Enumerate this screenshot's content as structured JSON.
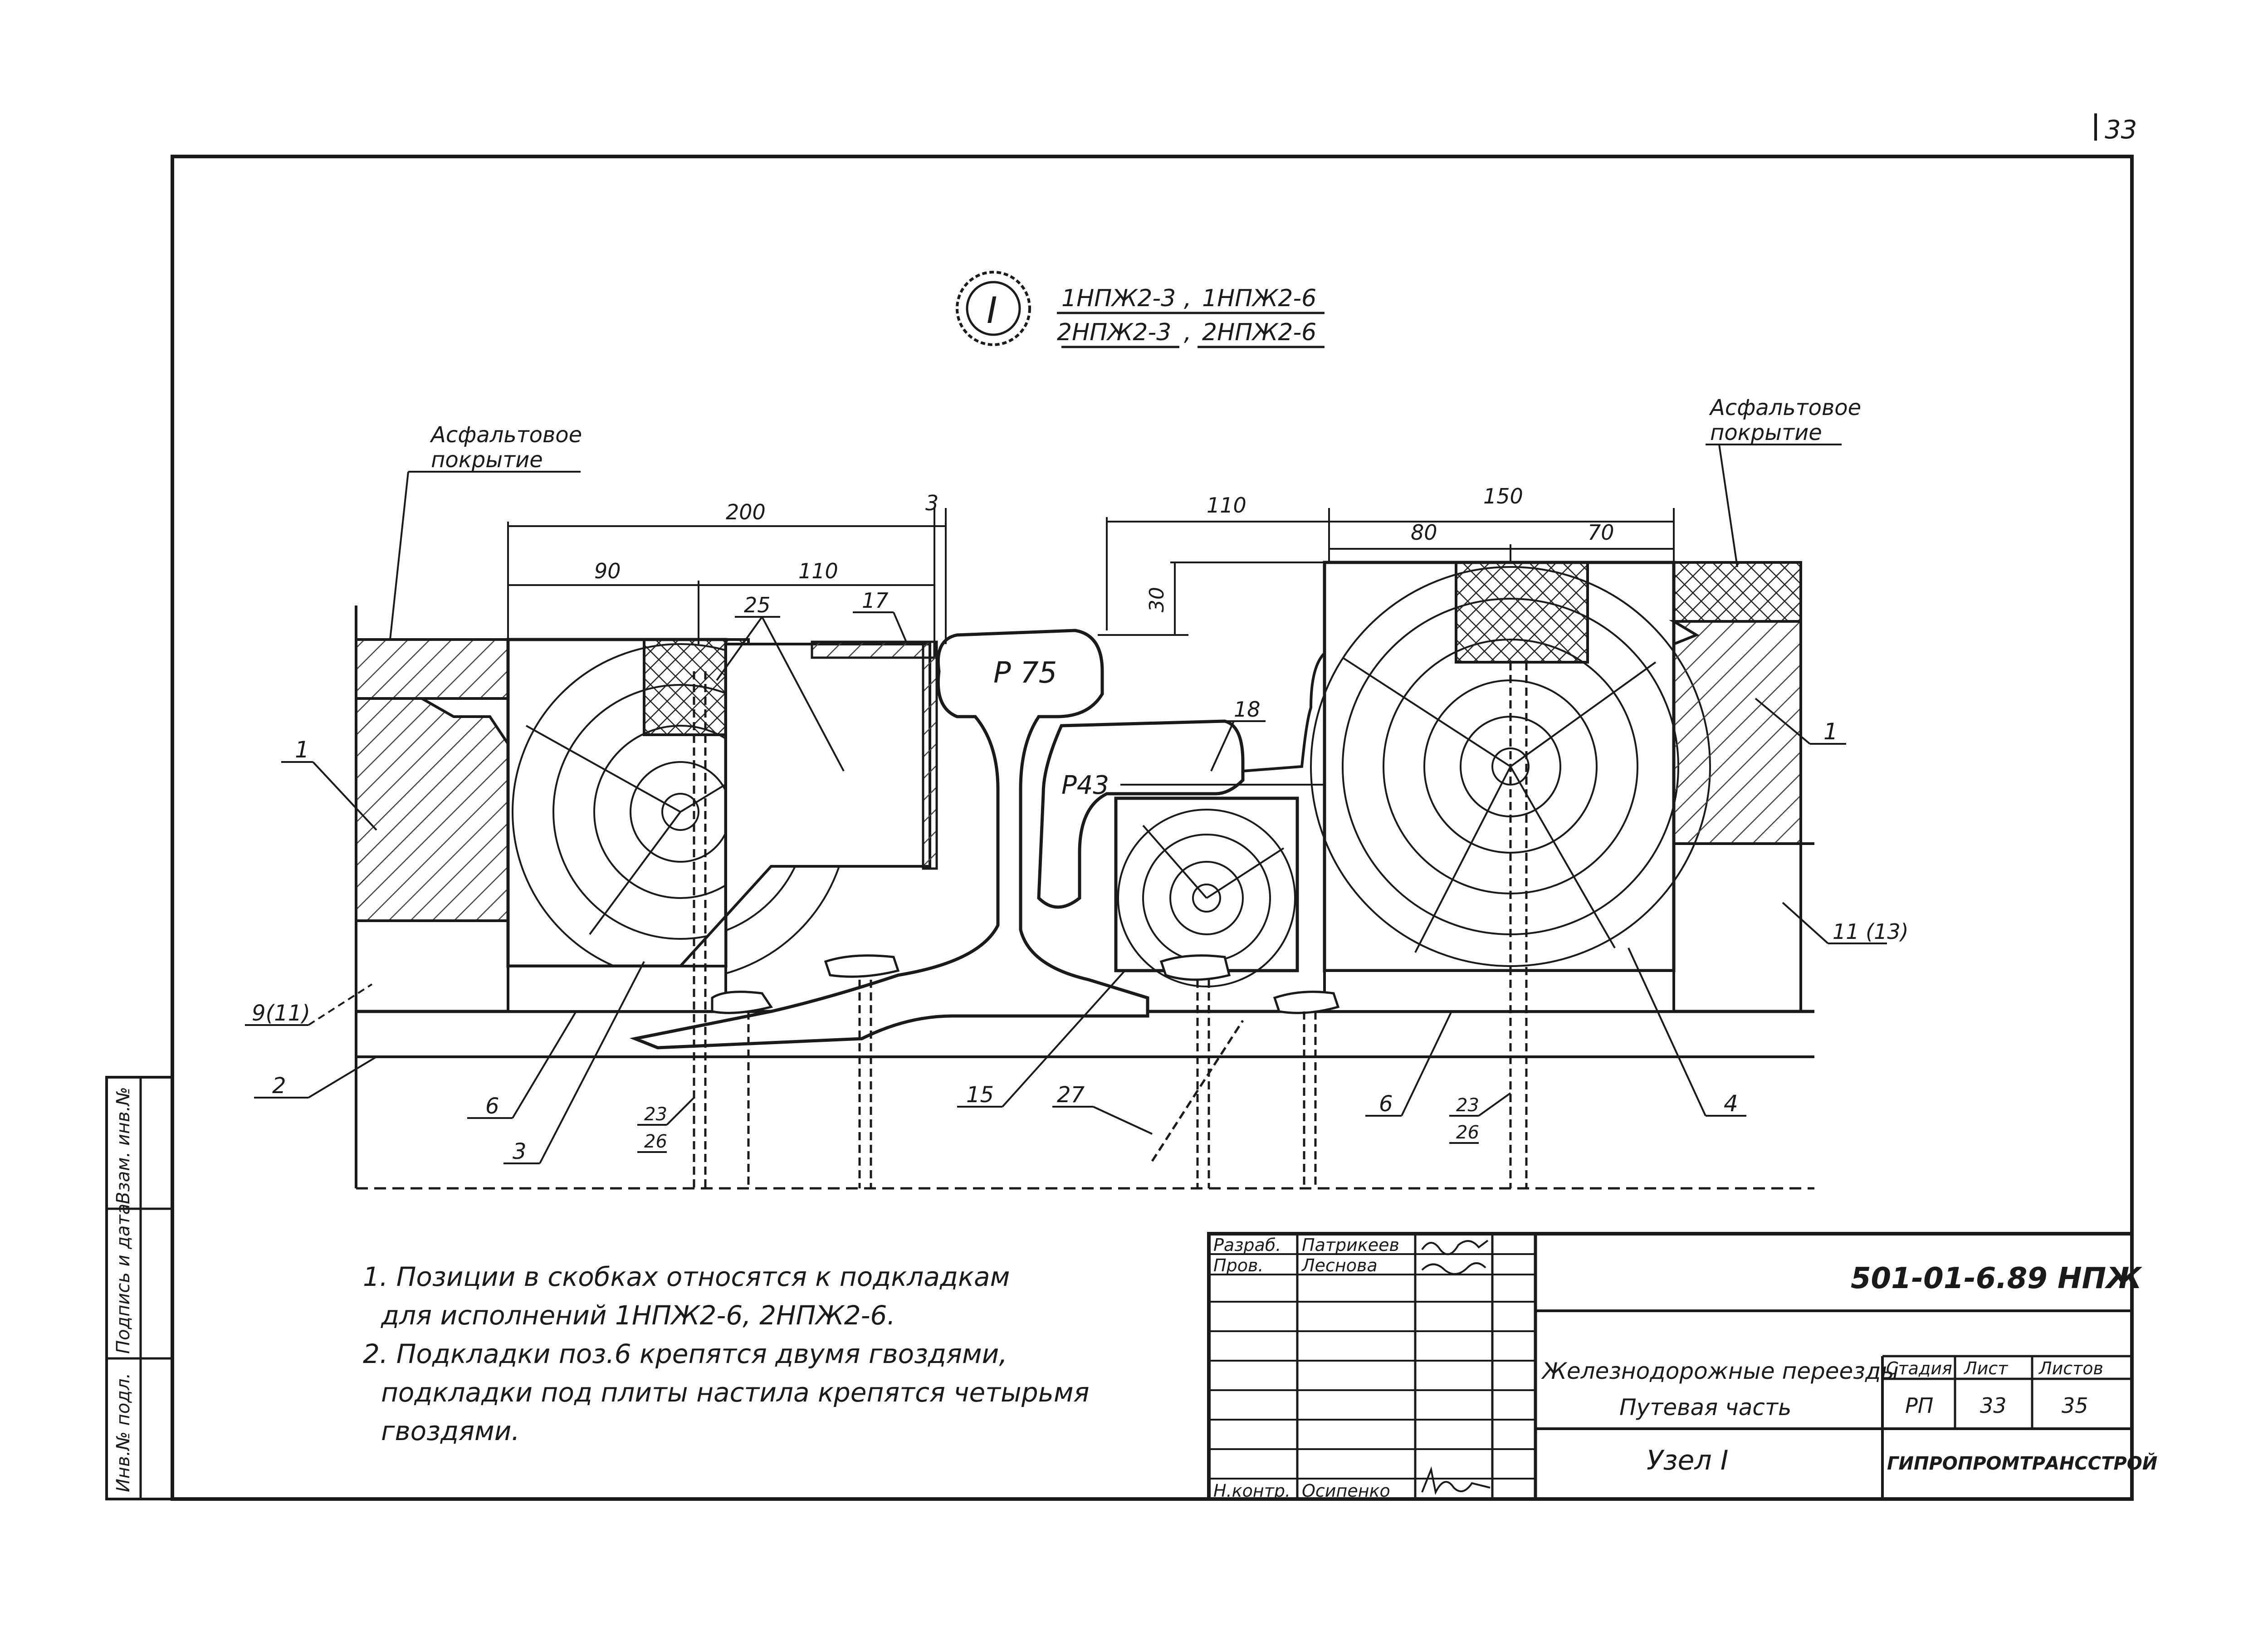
{
  "sheet": {
    "page_number": "33",
    "node_title": {
      "symbol": "I",
      "variant_top_left": "1НПЖ2-3",
      "variant_top_right": "1НПЖ2-6",
      "variant_bottom_left": "2НПЖ2-3",
      "variant_bottom_right": "2НПЖ2-6",
      "separator": ","
    },
    "callouts": {
      "asphalt_left": [
        "Асфальтовое",
        "покрытие"
      ],
      "asphalt_right": [
        "Асфальтовое",
        "покрытие"
      ],
      "rail_large": "Р 75",
      "rail_small": "Р43",
      "pos_1_left": "1",
      "pos_1_right": "1",
      "pos_2": "2",
      "pos_3": "3",
      "pos_4": "4",
      "pos_6_left": "6",
      "pos_6_right": "6",
      "pos_9": "9(11)",
      "pos_11": "11 (13)",
      "pos_15": "15",
      "pos_17": "17",
      "pos_18": "18",
      "pos_25": "25",
      "pos_27": "27",
      "pos_23_left": "23",
      "pos_26_left": "26",
      "pos_23_right": "23",
      "pos_26_right": "26"
    },
    "dimensions": {
      "d200": "200",
      "d3": "3",
      "d90": "90",
      "d110_left": "110",
      "d110_mid": "110",
      "d150": "150",
      "d80": "80",
      "d70": "70",
      "d30": "30"
    },
    "notes": [
      "1. Позиции в скобках относятся к подкладкам",
      "для исполнений 1НПЖ2-6, 2НПЖ2-6.",
      "2. Подкладки поз.6 крепятся двумя гвоздями,",
      "подкладки под плиты настила крепятся четырьмя",
      "гвоздями."
    ],
    "side_stamp": [
      "Инв.№ подл.",
      "Подпись и дата",
      "Взам. инв.№"
    ],
    "title_block": {
      "document_code": "501-01-6.89 НПЖ",
      "roles": [
        {
          "role": "Разраб.",
          "name": "Патрикеев"
        },
        {
          "role": "Пров.",
          "name": "Леснова"
        },
        {
          "role": "Н.контр.",
          "name": "Осипенко"
        }
      ],
      "project_title_1": "Железнодорожные переезды",
      "project_title_2": "Путевая часть",
      "sheet_title": "Узел I",
      "stage_label": "Стадия",
      "sheet_label": "Лист",
      "sheets_label": "Листов",
      "stage_value": "РП",
      "sheet_value": "33",
      "sheets_value": "35",
      "organization": "ГИПРОПРОМТРАНССТРОЙ"
    }
  }
}
